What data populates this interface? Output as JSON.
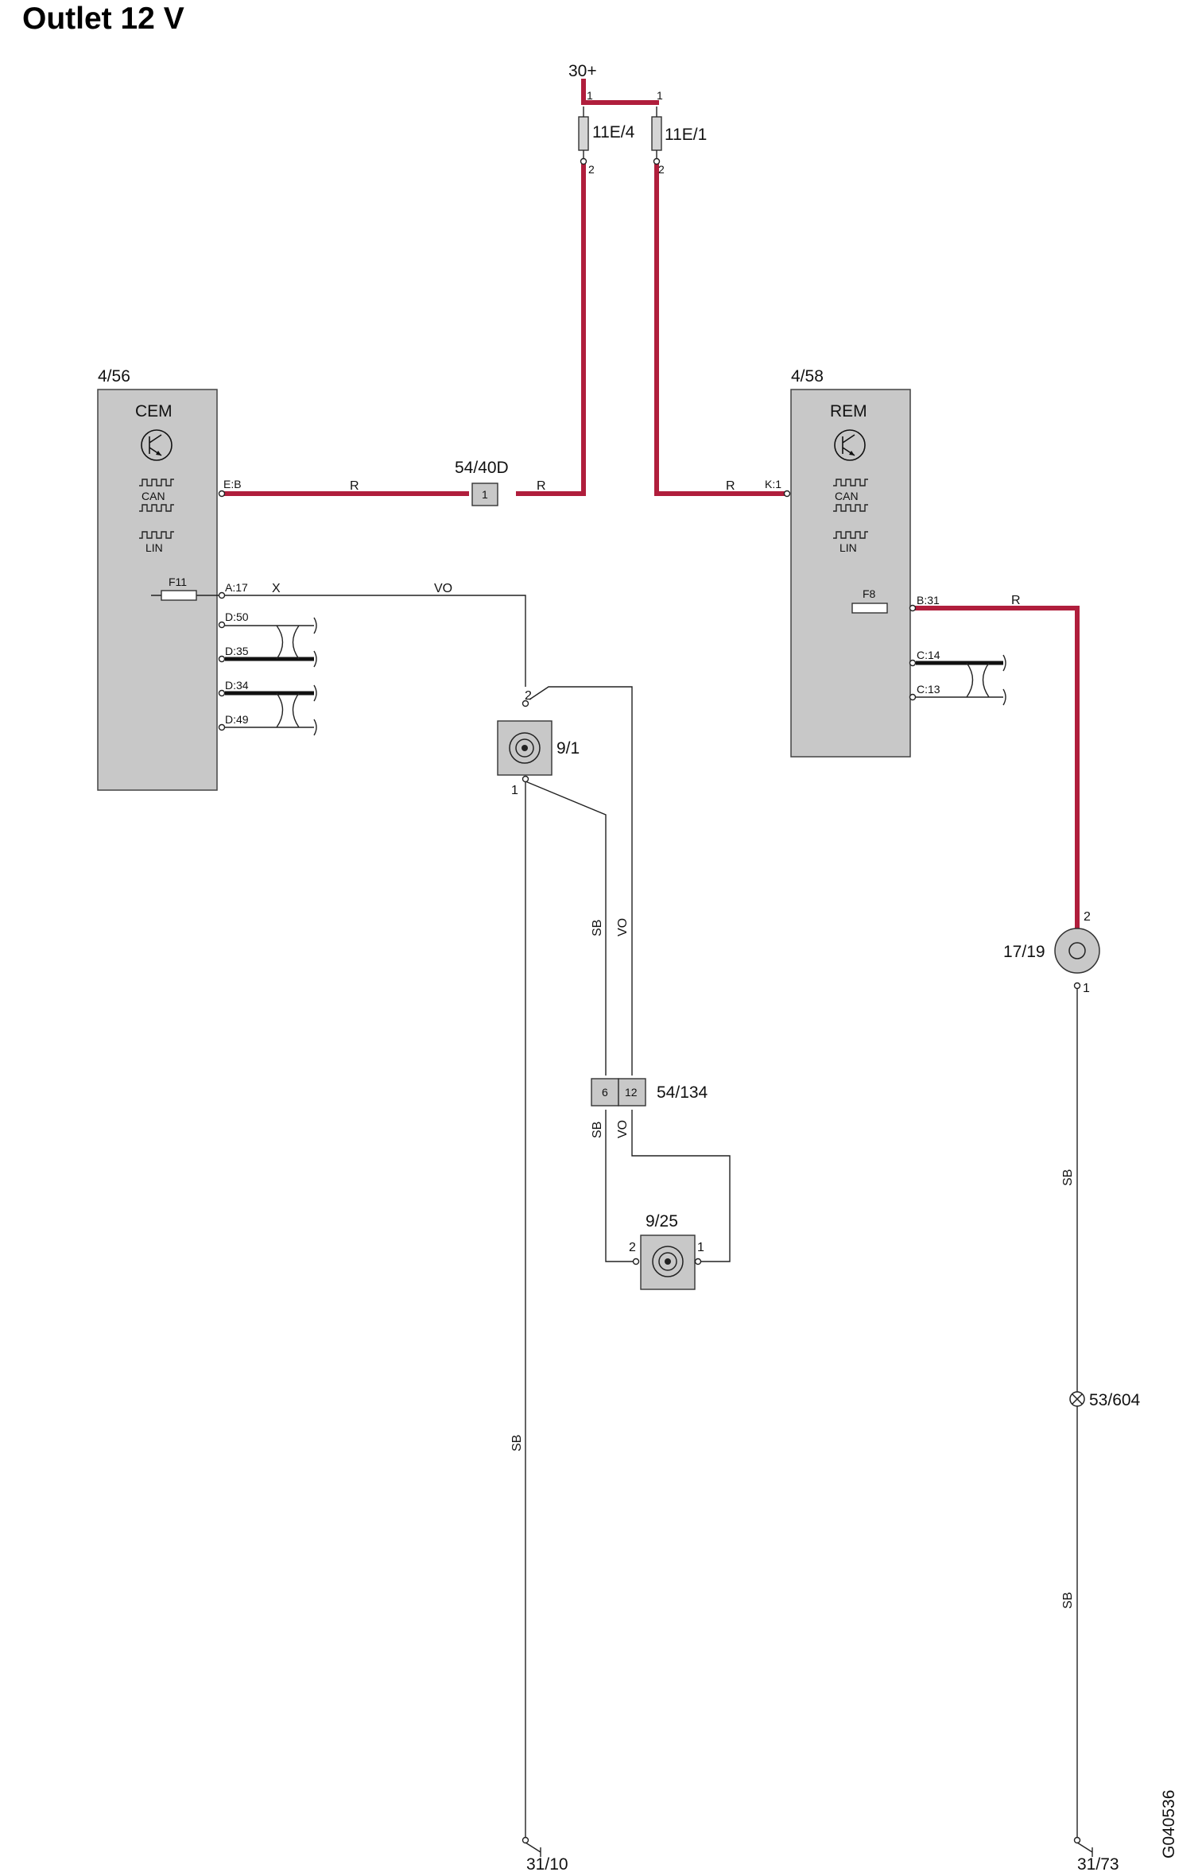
{
  "title": "Outlet 12 V",
  "drawing_id": "G040536",
  "supply": {
    "label": "30+",
    "fuses": [
      {
        "id": "11E/4",
        "pin_top": "1",
        "pin_bottom": "2"
      },
      {
        "id": "11E/1",
        "pin_top": "1",
        "pin_bottom": "2"
      }
    ]
  },
  "cem": {
    "ref": "4/56",
    "name": "CEM",
    "bus1": "CAN",
    "bus2": "LIN",
    "fuse": "F11",
    "pins": [
      "E:B",
      "A:17",
      "D:50",
      "D:35",
      "D:34",
      "D:49"
    ]
  },
  "rem": {
    "ref": "4/58",
    "name": "REM",
    "bus1": "CAN",
    "bus2": "LIN",
    "fuse": "F8",
    "pins": [
      "K:1",
      "B:31",
      "C:14",
      "C:13"
    ]
  },
  "connector_54_40d": {
    "ref": "54/40D",
    "pin": "1"
  },
  "connector_54_134": {
    "ref": "54/134",
    "pins": [
      "6",
      "12"
    ]
  },
  "outlet_9_1": {
    "ref": "9/1",
    "pin_a": "2",
    "pin_b": "1"
  },
  "outlet_9_25": {
    "ref": "9/25",
    "pin_a": "2",
    "pin_b": "1"
  },
  "outlet_17_19": {
    "ref": "17/19",
    "pin_a": "2",
    "pin_b": "1"
  },
  "lamp": {
    "ref": "53/604"
  },
  "grounds": [
    "31/10",
    "31/73"
  ],
  "wire_colors": {
    "r": "R",
    "vo": "VO",
    "sb": "SB",
    "x": "X"
  },
  "colors": {
    "power_wire": "#b01e3c",
    "component_fill": "#c8c8c8"
  }
}
